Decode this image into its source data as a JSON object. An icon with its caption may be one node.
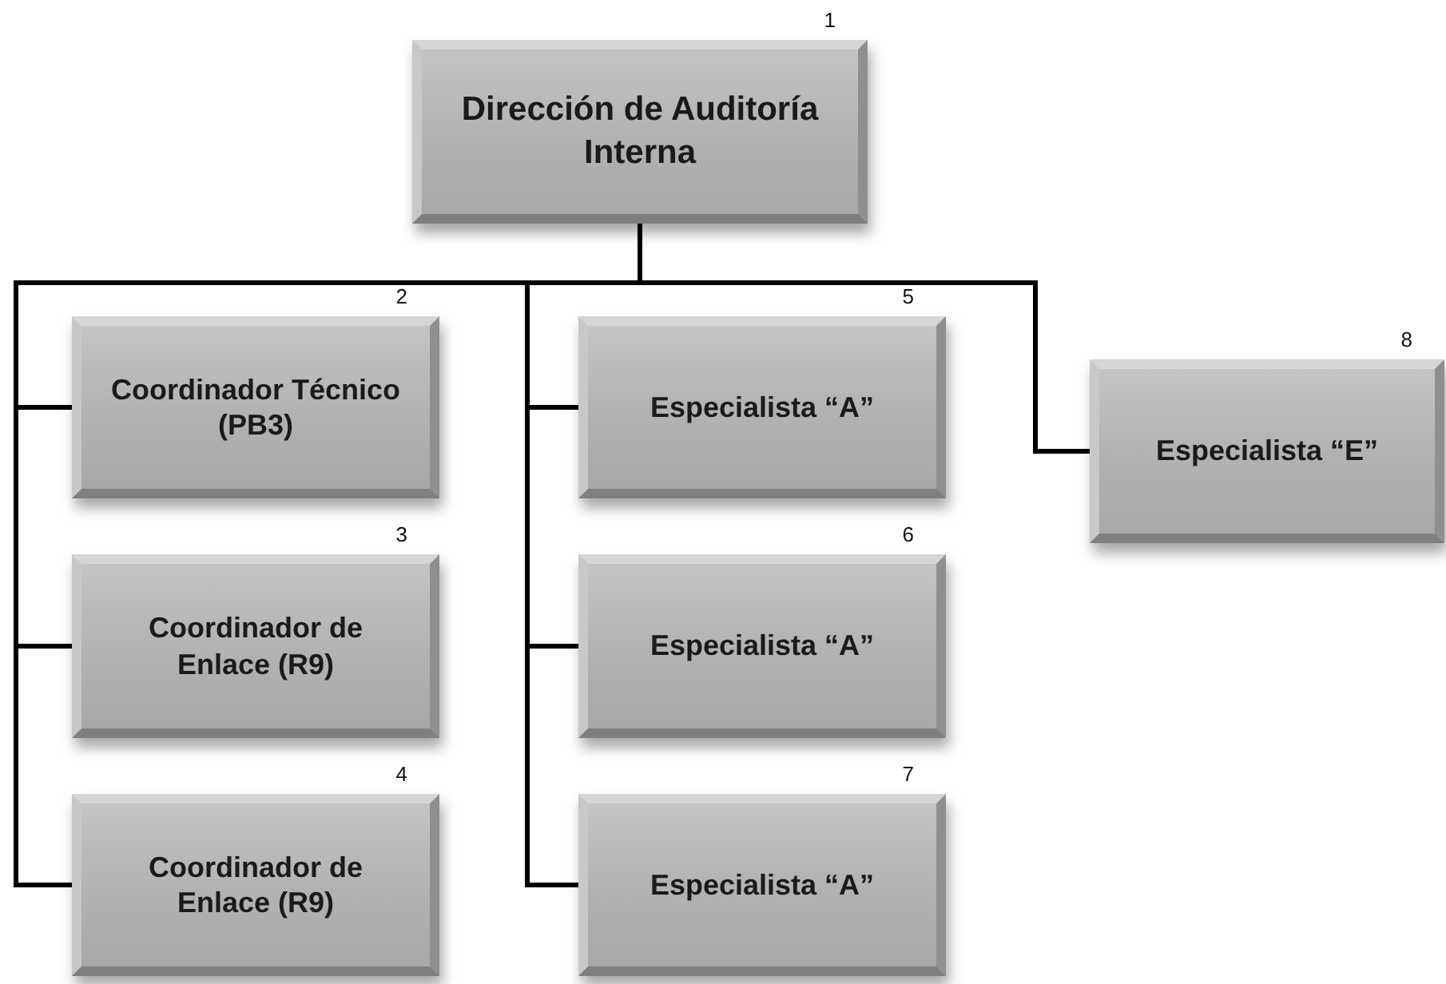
{
  "diagram": {
    "nodes": [
      {
        "text": [
          "Dirección de Auditoría Interna"
        ],
        "beside": [
          "1"
        ]
      },
      {
        "text": [
          "Coordinador Técnico (PB3)"
        ],
        "beside": [
          "2"
        ]
      },
      {
        "text": [
          "Coordinador de Enlace (R9)"
        ],
        "beside": [
          "3"
        ]
      },
      {
        "text": [
          "Coordinador de Enlace (R9)"
        ],
        "beside": [
          "4"
        ]
      },
      {
        "text": [
          "Especialista “A”"
        ],
        "beside": [
          "5"
        ]
      },
      {
        "text": [
          "Especialista “A”"
        ],
        "beside": [
          "6"
        ]
      },
      {
        "text": [
          "Especialista “A”"
        ],
        "beside": [
          "7"
        ]
      },
      {
        "text": [
          "Especialista “E”"
        ],
        "beside": [
          "8"
        ]
      }
    ],
    "edges": [
      {
        "from": 0,
        "to": 1,
        "arrow": "none"
      },
      {
        "from": 0,
        "to": 2,
        "arrow": "none"
      },
      {
        "from": 0,
        "to": 3,
        "arrow": "none"
      },
      {
        "from": 0,
        "to": 4,
        "arrow": "none"
      },
      {
        "from": 0,
        "to": 5,
        "arrow": "none"
      },
      {
        "from": 0,
        "to": 6,
        "arrow": "none"
      },
      {
        "from": 0,
        "to": 7,
        "arrow": "none"
      }
    ]
  }
}
